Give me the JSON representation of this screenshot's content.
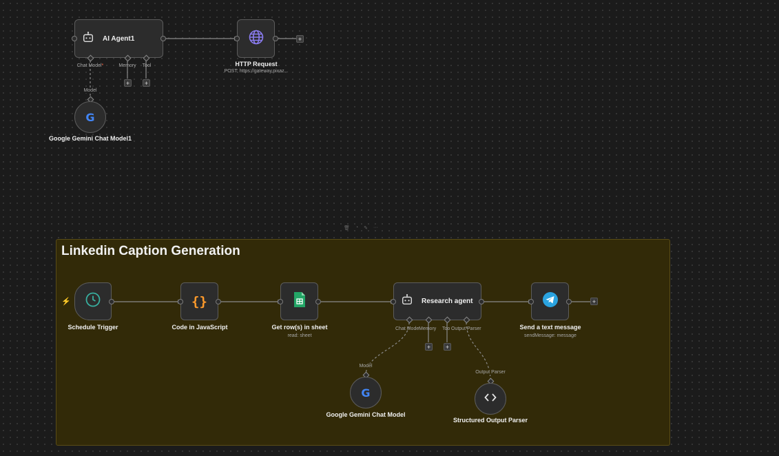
{
  "colors": {
    "canvas_bg": "#1b1b1b",
    "sticky_bg": "#322a08",
    "node_bg": "#2c2c2c",
    "node_border": "#5c5c5c",
    "trigger_icon": "#38b0a0",
    "sheets_icon": "#23a566",
    "telegram_icon": "#2aa3e0",
    "http_icon": "#8a7cf0",
    "code_icon": "#ff9a2b",
    "required_marker": "#ff6a4a"
  },
  "icons": {
    "ai_agent": "robot-icon",
    "http": "globe-icon",
    "gemini": "google-g-icon",
    "trigger": "clock-icon",
    "code": "braces-icon",
    "sheets": "spreadsheet-icon",
    "telegram": "telegram-icon",
    "parser": "code-brackets-icon",
    "lightning": "lightning-icon"
  },
  "top": {
    "ai_agent": {
      "title": "AI Agent1",
      "port_chat_model": "Chat Model",
      "required_mark": "*",
      "port_memory": "Memory",
      "port_tool": "Tool"
    },
    "http_request": {
      "title": "HTTP Request",
      "subtitle": "POST: https://gateway.pixaz..."
    },
    "gemini": {
      "edge_label": "Model",
      "title": "Google Gemini Chat Model1"
    }
  },
  "sticky": {
    "title": "Linkedin Caption Generation"
  },
  "toolbar": {
    "delete": "🗑",
    "color": "◔",
    "edit": "✎",
    "more": "···"
  },
  "workflow": {
    "schedule_trigger": {
      "title": "Schedule Trigger"
    },
    "code": {
      "title": "Code in JavaScript",
      "icon_text": "{}"
    },
    "sheets": {
      "title": "Get row(s) in sheet",
      "subtitle": "read: sheet"
    },
    "research_agent": {
      "title": "Research agent",
      "port_chat_model": "Chat Mode",
      "port_memory": "Memory",
      "port_tool": "Too",
      "port_output_parser": "Output Parser"
    },
    "telegram": {
      "title": "Send a text message",
      "subtitle": "sendMessage: message"
    },
    "gemini": {
      "edge_label": "Model",
      "title": "Google Gemini Chat Model"
    },
    "parser": {
      "edge_label": "Output Parser",
      "title": "Structured Output Parser"
    }
  },
  "plus_sign": "+"
}
